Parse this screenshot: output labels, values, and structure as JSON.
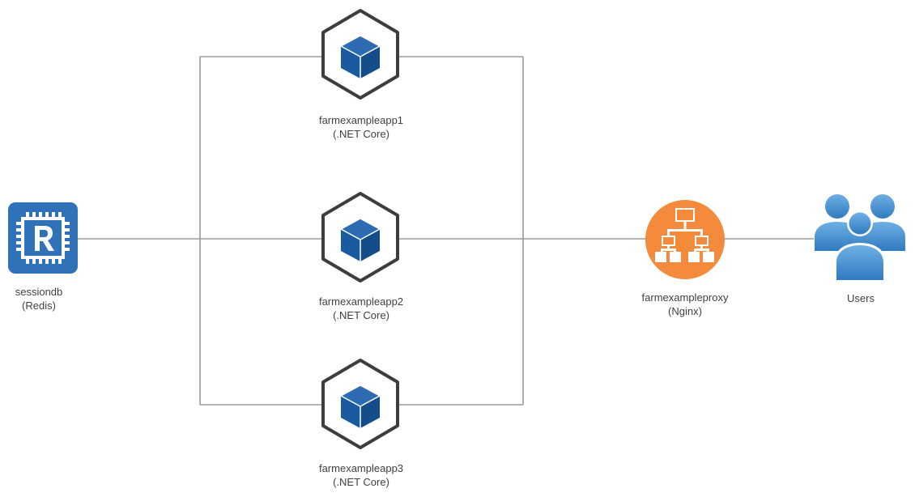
{
  "nodes": {
    "sessiondb": {
      "name": "sessiondb",
      "tech": "(Redis)"
    },
    "app1": {
      "name": "farmexampleapp1",
      "tech": "(.NET Core)"
    },
    "app2": {
      "name": "farmexampleapp2",
      "tech": "(.NET Core)"
    },
    "app3": {
      "name": "farmexampleapp3",
      "tech": "(.NET Core)"
    },
    "proxy": {
      "name": "farmexampleproxy",
      "tech": "(Nginx)"
    },
    "users": {
      "name": "Users"
    }
  },
  "icons": {
    "sessiondb": "redis-chip-icon",
    "app": "container-cube-icon",
    "proxy": "load-balancer-icon",
    "users": "users-group-icon"
  },
  "colors": {
    "connector": "#9a9a9a",
    "redis_blue": "#2f72b8",
    "cube_blue": "#1a5a9e",
    "hex_outline": "#3d3d3d",
    "proxy_orange": "#f48a3c",
    "users_blue": "#4a90cc",
    "label_text": "#3f3f3f"
  }
}
